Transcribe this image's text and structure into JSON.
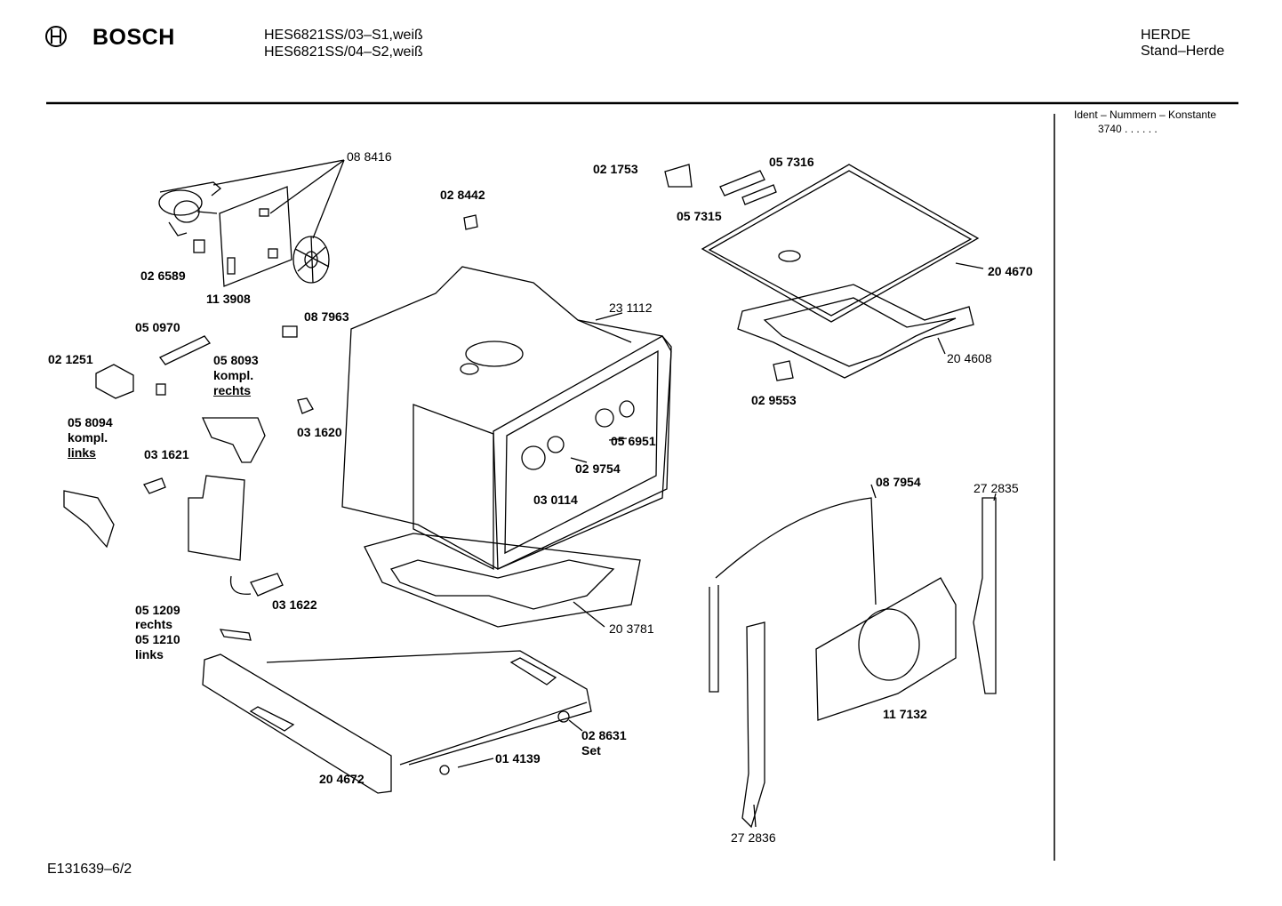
{
  "header": {
    "brand": "BOSCH",
    "model_lines": [
      "HES6821SS/03–S1,weiß",
      "HES6821SS/04–S2,weiß"
    ],
    "category_lines": [
      "HERDE",
      "Stand–Herde"
    ]
  },
  "ident": {
    "title": "Ident – Nummern – Konstante",
    "value": "3740  .  .  .  .  .  ."
  },
  "footer": {
    "drawing_id": "E131639–6/2"
  },
  "labels": {
    "p088416": "08 8416",
    "p026589": "02 6589",
    "p113908": "11 3908",
    "p087963": "08 7963",
    "p050970": "05 0970",
    "p021251": "02 1251",
    "p058093": "05 8093",
    "p058093_b": "kompl.",
    "p058093_c": "rechts",
    "p031620": "03 1620",
    "p058094": "05 8094",
    "p058094_b": "kompl.",
    "p058094_c": "links",
    "p031621": "03 1621",
    "p031622": "03 1622",
    "p051209": "05 1209",
    "p051209_b": "rechts",
    "p051210": "05 1210",
    "p051210_b": "links",
    "p204672": "20 4672",
    "p014139": "01 4139",
    "p028631": "02 8631",
    "p028631_b": "Set",
    "p028442": "02 8442",
    "p021753": "02 1753",
    "p057316": "05 7316",
    "p057315": "05 7315",
    "p204670": "20 4670",
    "p231112": "23 1112",
    "p204608": "20 4608",
    "p029553": "02 9553",
    "p056951": "05 6951",
    "p029754": "02 9754",
    "p030114": "03 0114",
    "p203781": "20 3781",
    "p087954": "08 7954",
    "p272835": "27 2835",
    "p117132": "11 7132",
    "p272836": "27 2836"
  },
  "icons": {
    "logo": "bosch-armature-logo"
  }
}
